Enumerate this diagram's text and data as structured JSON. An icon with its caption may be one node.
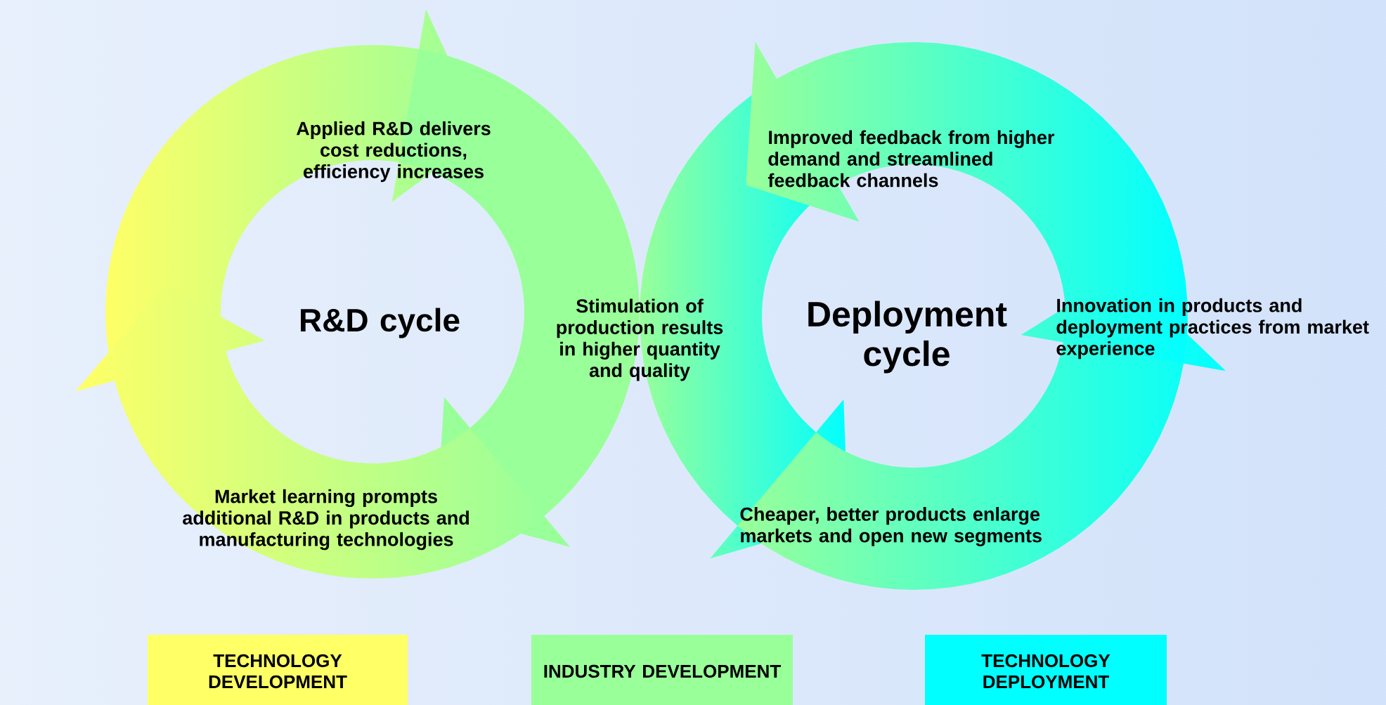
{
  "diagram": {
    "labels": [
      "Applied R&D delivers cost reductions, efficiency increases",
      "Improved feedback from higher demand and streamlined feedback channels",
      "R&D cycle",
      "Stimulation of production results in higher quantity and quality",
      "Deployment cycle",
      "Innovation in products and deployment practices from market experience",
      "Market learning prompts additional R&D in products and manufacturing technologies",
      "Cheaper, better products enlarge markets and open new segments"
    ],
    "legend": [
      {
        "text": "TECHNOLOGY DEVELOPMENT",
        "color": "#ffff66"
      },
      {
        "text": "INDUSTRY DEVELOPMENT",
        "color": "#99ff99"
      },
      {
        "text": "TECHNOLOGY DEPLOYMENT",
        "color": "#00ffff"
      }
    ]
  }
}
